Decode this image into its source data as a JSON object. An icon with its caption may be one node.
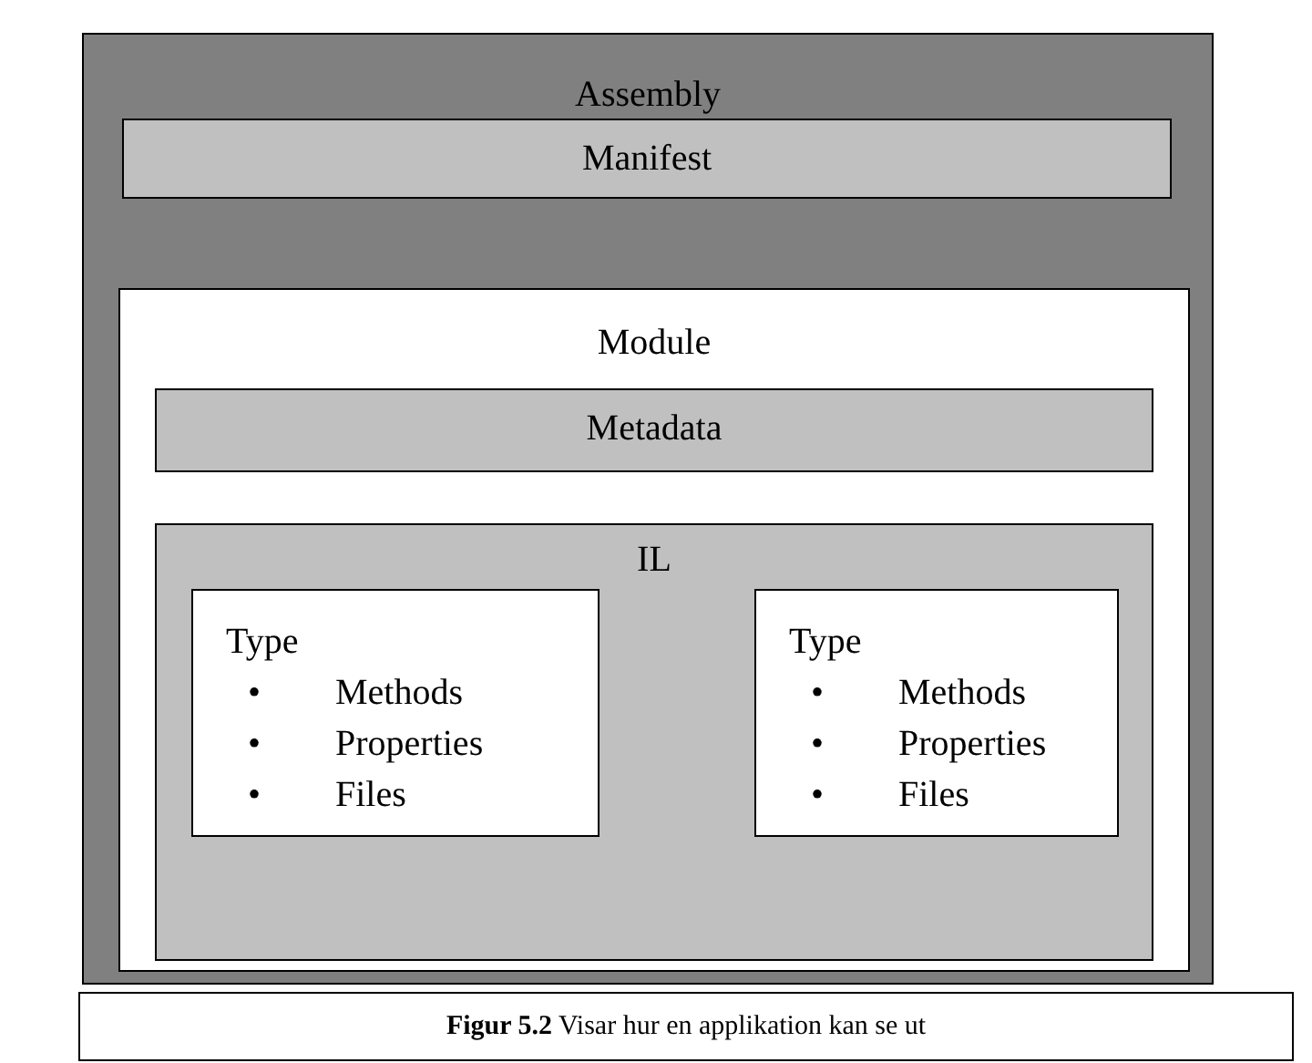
{
  "diagram": {
    "caption": "**Figur 5.2** Visar hur en applikation kan se ut",
    "nodes": [
      {
        "text": [
          "Assembly"
        ]
      },
      {
        "text": [
          "Manifest"
        ],
        "in": 0
      },
      {
        "text": [
          "Module"
        ],
        "in": 0
      },
      {
        "text": [
          "Metadata"
        ],
        "in": 2
      },
      {
        "text": [
          "IL"
        ],
        "in": 2
      },
      {
        "text": [
          "Type",
          "• Methods",
          "• Properties",
          "• Files"
        ],
        "in": 4
      },
      {
        "text": [
          "Type",
          "• Methods",
          "• Properties",
          "• Files"
        ],
        "in": 4
      }
    ]
  }
}
